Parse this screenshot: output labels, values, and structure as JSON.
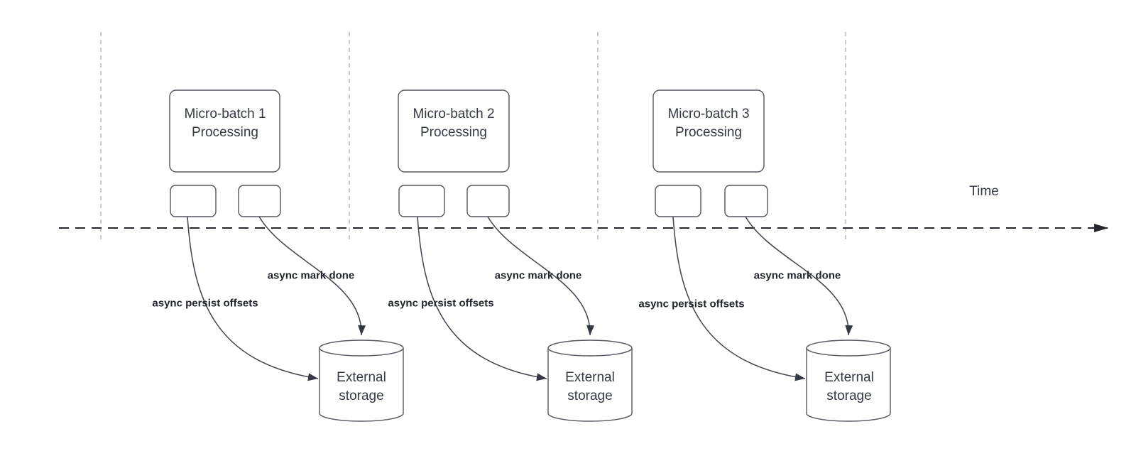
{
  "canvas": {
    "background": "#ffffff"
  },
  "colors": {
    "shape_stroke": "#54575f",
    "curve_stroke": "#3f434e",
    "timeline_stroke": "#25272d",
    "lane_divider_stroke": "#b2b4b8",
    "text": "#343944",
    "bold_label_text": "#22252d"
  },
  "timeline": {
    "label": "Time"
  },
  "groups": [
    {
      "box_line1": "Micro-batch 1",
      "box_line2": "Processing",
      "persist_label": "async persist offsets",
      "done_label": "async mark done",
      "storage_line1": "External",
      "storage_line2": "storage"
    },
    {
      "box_line1": "Micro-batch 2",
      "box_line2": "Processing",
      "persist_label": "async persist offsets",
      "done_label": "async mark done",
      "storage_line1": "External",
      "storage_line2": "storage"
    },
    {
      "box_line1": "Micro-batch 3",
      "box_line2": "Processing",
      "persist_label": "async persist offsets",
      "done_label": "async mark done",
      "storage_line1": "External",
      "storage_line2": "storage"
    }
  ]
}
